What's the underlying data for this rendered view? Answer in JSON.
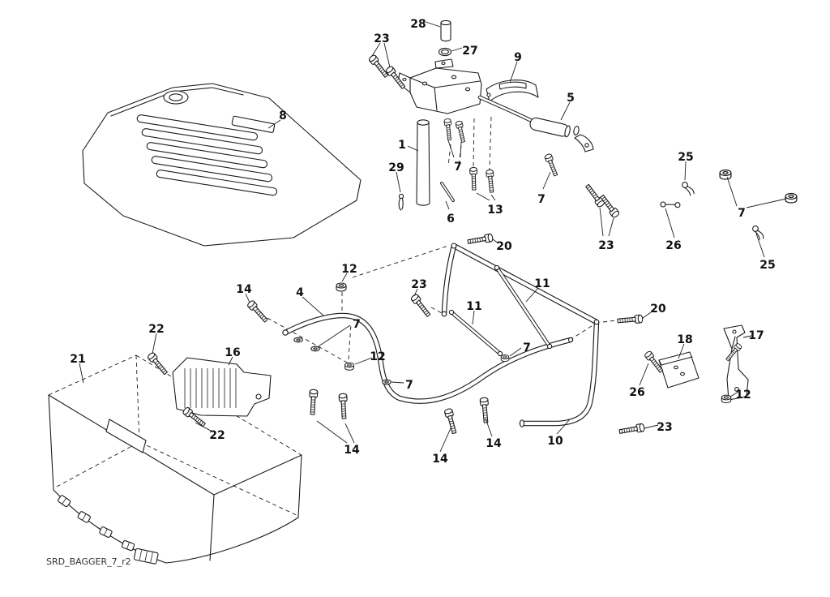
{
  "diagram": {
    "code": "SRD_BAGGER_7_r2",
    "colors": {
      "line": "#1c1c1c",
      "background": "#ffffff"
    },
    "labels": [
      "28",
      "23",
      "27",
      "9",
      "5",
      "8",
      "1",
      "7",
      "29",
      "13",
      "6",
      "7",
      "23",
      "25",
      "7",
      "26",
      "25",
      "20",
      "12",
      "14",
      "4",
      "23",
      "11",
      "11",
      "20",
      "7",
      "12",
      "7",
      "18",
      "17",
      "22",
      "16",
      "21",
      "26",
      "12",
      "7",
      "22",
      "14",
      "14",
      "14",
      "10",
      "23"
    ]
  }
}
